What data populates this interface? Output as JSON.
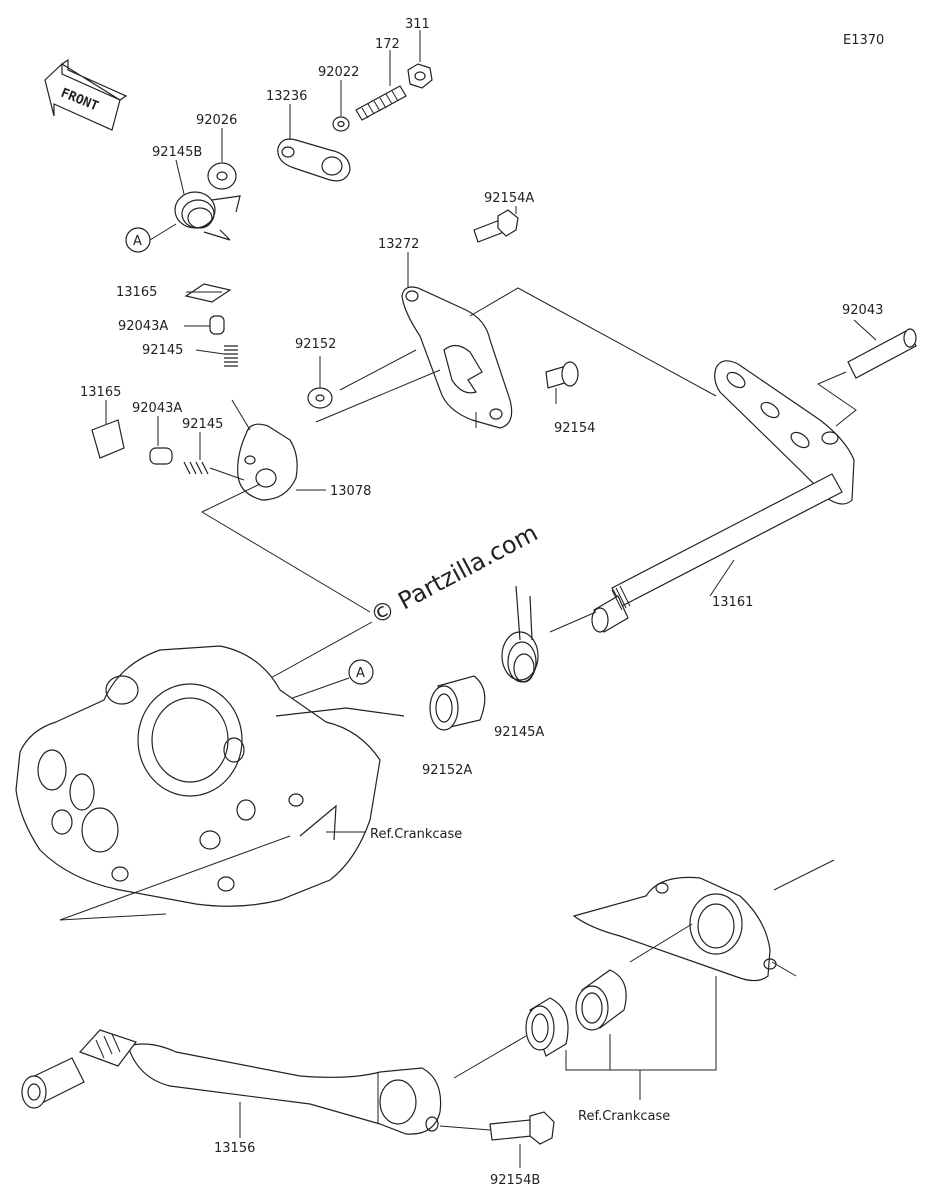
{
  "diagram_code": "E1370",
  "front_label": "FRONT",
  "watermark": "© Partzilla.com",
  "ref_marker": "A",
  "parts": [
    {
      "id": "p311",
      "label": "311"
    },
    {
      "id": "p172",
      "label": "172"
    },
    {
      "id": "p92022",
      "label": "92022"
    },
    {
      "id": "p13236",
      "label": "13236"
    },
    {
      "id": "p92026",
      "label": "92026"
    },
    {
      "id": "p92145B",
      "label": "92145B"
    },
    {
      "id": "p92154A",
      "label": "92154A"
    },
    {
      "id": "p13272",
      "label": "13272"
    },
    {
      "id": "p13165a",
      "label": "13165"
    },
    {
      "id": "p92043Aa",
      "label": "92043A"
    },
    {
      "id": "p92145a",
      "label": "92145"
    },
    {
      "id": "p92152",
      "label": "92152"
    },
    {
      "id": "p92043",
      "label": "92043"
    },
    {
      "id": "p13165b",
      "label": "13165"
    },
    {
      "id": "p92043Ab",
      "label": "92043A"
    },
    {
      "id": "p92145b",
      "label": "92145"
    },
    {
      "id": "p92154",
      "label": "92154"
    },
    {
      "id": "p13078",
      "label": "13078"
    },
    {
      "id": "p13161",
      "label": "13161"
    },
    {
      "id": "p92145A",
      "label": "92145A"
    },
    {
      "id": "p92152A",
      "label": "92152A"
    },
    {
      "id": "pRef1",
      "label": "Ref.Crankcase"
    },
    {
      "id": "pRef2",
      "label": "Ref.Crankcase"
    },
    {
      "id": "p13156",
      "label": "13156"
    },
    {
      "id": "p92154B",
      "label": "92154B"
    }
  ]
}
